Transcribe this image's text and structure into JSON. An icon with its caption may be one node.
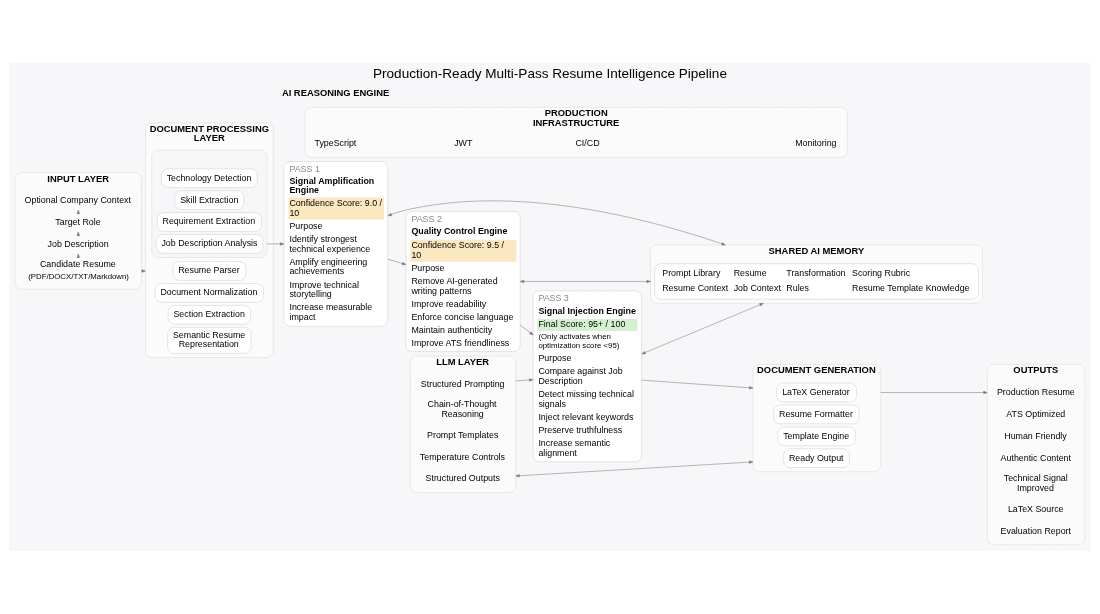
{
  "diagram": {
    "title": "Production-Ready Multi-Pass Resume Intelligence Pipeline",
    "nodes": [
      {
        "text": [
          "INPUT LAYER"
        ]
      },
      {
        "text": [
          "Candidate Resume",
          "(PDF/DOCX/TXT/Markdown)"
        ],
        "in": 0
      },
      {
        "text": [
          "Job Description"
        ],
        "in": 0
      },
      {
        "text": [
          "Target Role"
        ],
        "in": 0
      },
      {
        "text": [
          "Optional Company Context"
        ],
        "in": 0
      },
      {
        "text": [
          "DOCUMENT PROCESSING LAYER"
        ]
      },
      {
        "text": [
          "Resume Parser"
        ],
        "in": 5
      },
      {
        "text": [
          "Document Normalization"
        ],
        "in": 5
      },
      {
        "text": [
          "Section Extraction"
        ],
        "in": 5
      },
      {
        "text": [
          "Semantic Resume Representation"
        ],
        "in": 5
      },
      {
        "text": [],
        "shape": "box",
        "in": 5
      },
      {
        "text": [
          "Job Description Analysis"
        ],
        "in": 10
      },
      {
        "text": [
          "Skill Extraction"
        ],
        "in": 10
      },
      {
        "text": [
          "Requirement Extraction"
        ],
        "in": 10
      },
      {
        "text": [
          "Technology Detection"
        ],
        "in": 10
      },
      {
        "text": [
          "PASS 1",
          "Signal Amplification Engine",
          "Confidence Score: 9.0 / 10",
          "Purpose",
          "Identify strongest technical experience",
          "Amplify engineering achievements",
          "Improve technical storytelling",
          "Increase measurable impact"
        ]
      },
      {
        "text": [
          "PASS 2",
          "Quality Control Engine",
          "Confidence Score: 9.5 / 10",
          "Purpose",
          "Remove AI-generated writing patterns",
          "Improve readability",
          "Enforce concise language",
          "Maintain authenticity",
          "Improve ATS friendliness"
        ]
      },
      {
        "text": [
          "PASS 3",
          "Signal Injection Engine",
          "Final Score: 95+ / 100",
          "(Only activates when optimization score <95)",
          "Purpose",
          "Compare against Job Description",
          "Detect missing technical signals",
          "Inject relevant keywords",
          "Preserve truthfulness",
          "Increase semantic alignment"
        ]
      },
      {
        "text": [
          "SHARED AI MEMORY"
        ]
      },
      {
        "text": [
          "Prompt Library",
          "Resume",
          "Transformation",
          "Scoring Rubric",
          "Resume Context",
          "Job Context",
          "Rules",
          "Resume Template Knowledge"
        ],
        "in": 18
      },
      {
        "text": [
          "LLM LAYER"
        ]
      },
      {
        "text": [
          "Structured Prompting"
        ],
        "in": 20
      },
      {
        "text": [
          "Chain-of-Thought Reasoning"
        ],
        "in": 20
      },
      {
        "text": [
          "Prompt Templates"
        ],
        "in": 20
      },
      {
        "text": [
          "Temperature Controls"
        ],
        "in": 20
      },
      {
        "text": [
          "Structured Outputs"
        ],
        "in": 20
      },
      {
        "text": [
          "DOCUMENT GENERATION"
        ]
      },
      {
        "text": [
          "LaTeX Generator"
        ],
        "in": 26
      },
      {
        "text": [
          "Resume Formatter"
        ],
        "in": 26
      },
      {
        "text": [
          "Template Engine"
        ],
        "in": 26
      },
      {
        "text": [
          "Ready Output"
        ],
        "in": 26
      },
      {
        "text": [
          "OUTPUTS"
        ]
      },
      {
        "text": [
          "Production Resume"
        ],
        "in": 31
      },
      {
        "text": [
          "ATS Optimized"
        ],
        "in": 31
      },
      {
        "text": [
          "Human Friendly"
        ],
        "in": 31
      },
      {
        "text": [
          "Authentic Content"
        ],
        "in": 31
      },
      {
        "text": [
          "Technical Signal Improved"
        ],
        "in": 31
      },
      {
        "text": [
          "LaTeX Source"
        ],
        "in": 31
      },
      {
        "text": [
          "Evaluation Report"
        ],
        "in": 31
      },
      {
        "text": [
          "PRODUCTION INFRASTRUCTURE"
        ]
      },
      {
        "text": [
          "TypeScript"
        ],
        "in": 39
      },
      {
        "text": [
          "JWT"
        ],
        "in": 39
      },
      {
        "text": [
          "CI/CD"
        ],
        "in": 39
      },
      {
        "text": [
          "Monitoring"
        ],
        "in": 39
      }
    ],
    "edges": [
      {
        "from": 1,
        "to": 2,
        "arrow": "to"
      },
      {
        "from": 2,
        "to": 3,
        "arrow": "to"
      },
      {
        "from": 3,
        "to": 4,
        "arrow": "to"
      },
      {
        "from": 0,
        "to": 5,
        "arrow": "to"
      },
      {
        "from": 10,
        "to": 15,
        "arrow": "to"
      },
      {
        "from": 15,
        "to": 16,
        "arrow": "to"
      },
      {
        "from": 16,
        "to": 17,
        "arrow": "to"
      },
      {
        "from": 17,
        "to": 26,
        "arrow": "to"
      },
      {
        "from": 15,
        "to": 18,
        "arrow": "both"
      },
      {
        "from": 16,
        "to": 18,
        "arrow": "both"
      },
      {
        "from": 17,
        "to": 18,
        "arrow": "both"
      },
      {
        "from": 20,
        "to": 17,
        "arrow": "to"
      },
      {
        "from": 20,
        "to": 26,
        "arrow": "both"
      },
      {
        "from": 26,
        "to": 31,
        "arrow": "to"
      }
    ],
    "labels": [
      "AI REASONING ENGINE"
    ]
  }
}
